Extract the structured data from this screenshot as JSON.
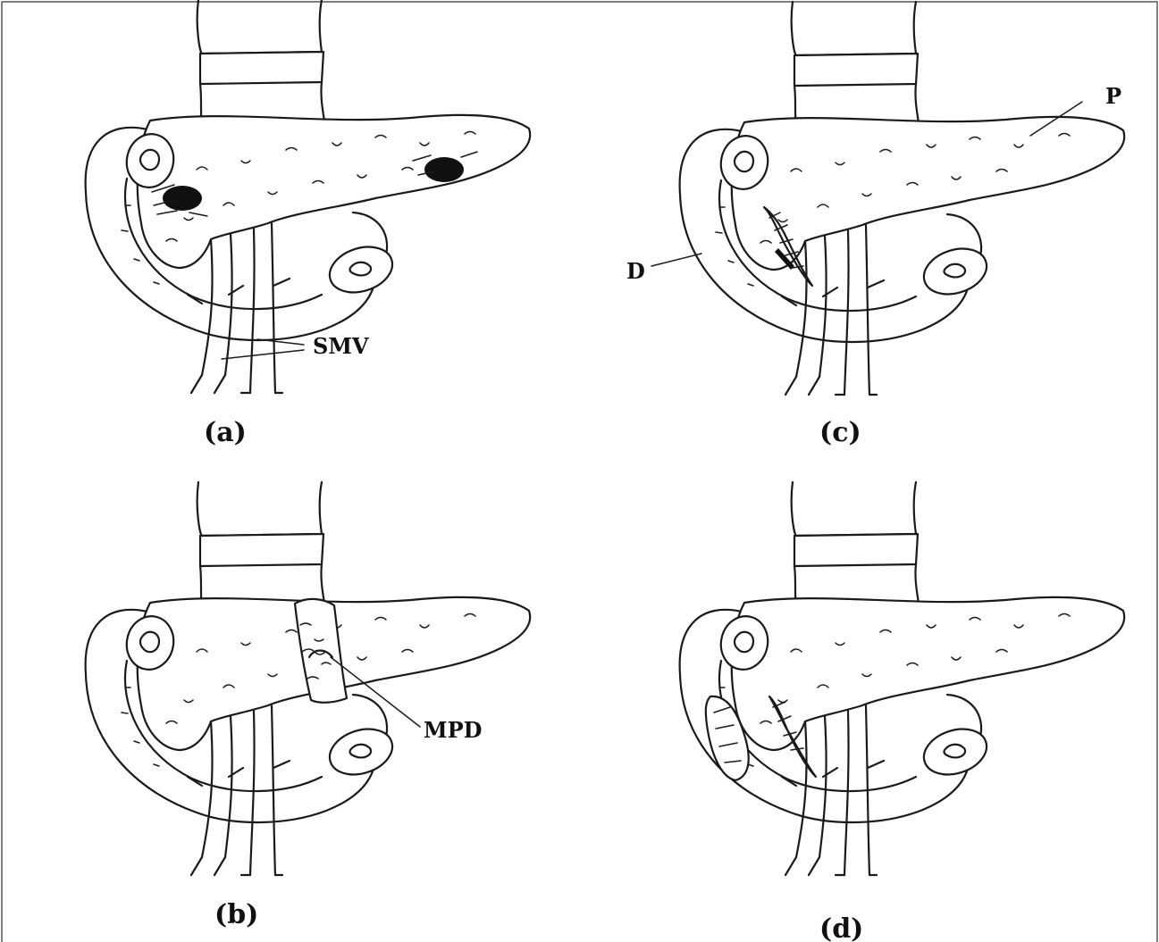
{
  "panels": [
    {
      "id": "a",
      "caption": "(a)",
      "labels": [
        "SMV"
      ]
    },
    {
      "id": "b",
      "caption": "(b)",
      "labels": [
        "MPD"
      ]
    },
    {
      "id": "c",
      "caption": "(c)",
      "labels": [
        "P",
        "D"
      ]
    },
    {
      "id": "d",
      "caption": "(d)",
      "labels": []
    }
  ],
  "colors": {
    "ink": "#1a1a1a",
    "background": "#ffffff",
    "frame": "#555555"
  }
}
